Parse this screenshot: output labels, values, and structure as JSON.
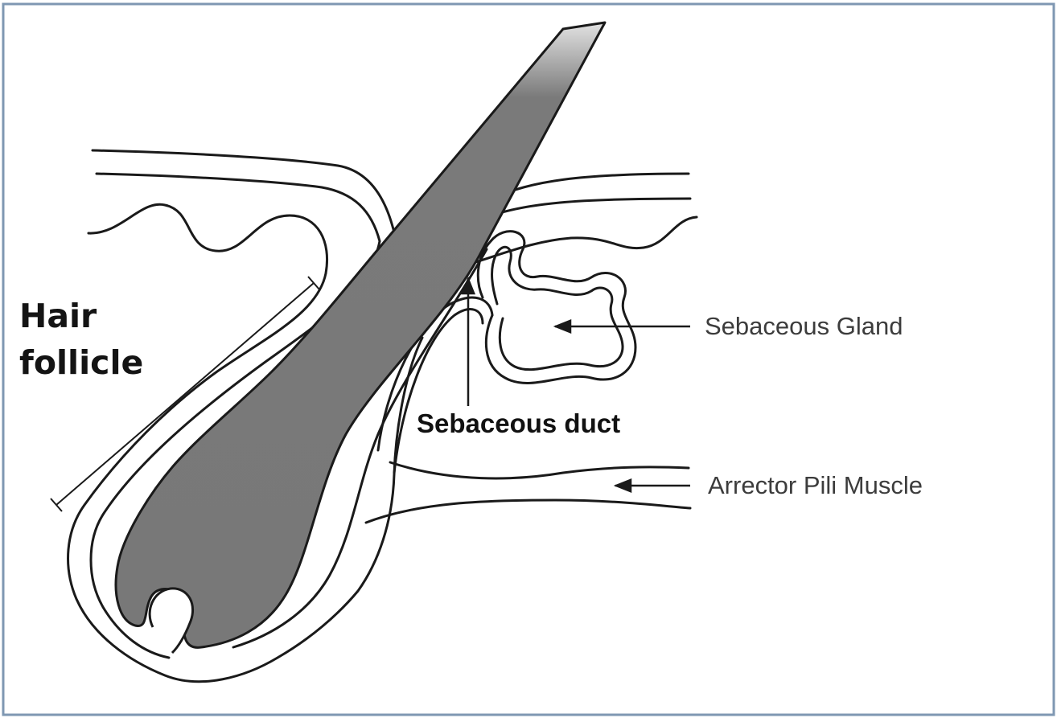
{
  "labels": {
    "hair_follicle_line1": "Hair",
    "hair_follicle_line2": "follicle",
    "sebaceous_gland": "Sebaceous Gland",
    "sebaceous_duct": "Sebaceous duct",
    "arrector_pili_muscle": "Arrector Pili Muscle"
  },
  "colors": {
    "frame": "#7f97b2",
    "outline": "#1a1a1a",
    "hair_shaft_fill": "#7a7a7a",
    "hair_tip_fill": "#dcdcdc",
    "label_text": "#3c3c3c"
  }
}
